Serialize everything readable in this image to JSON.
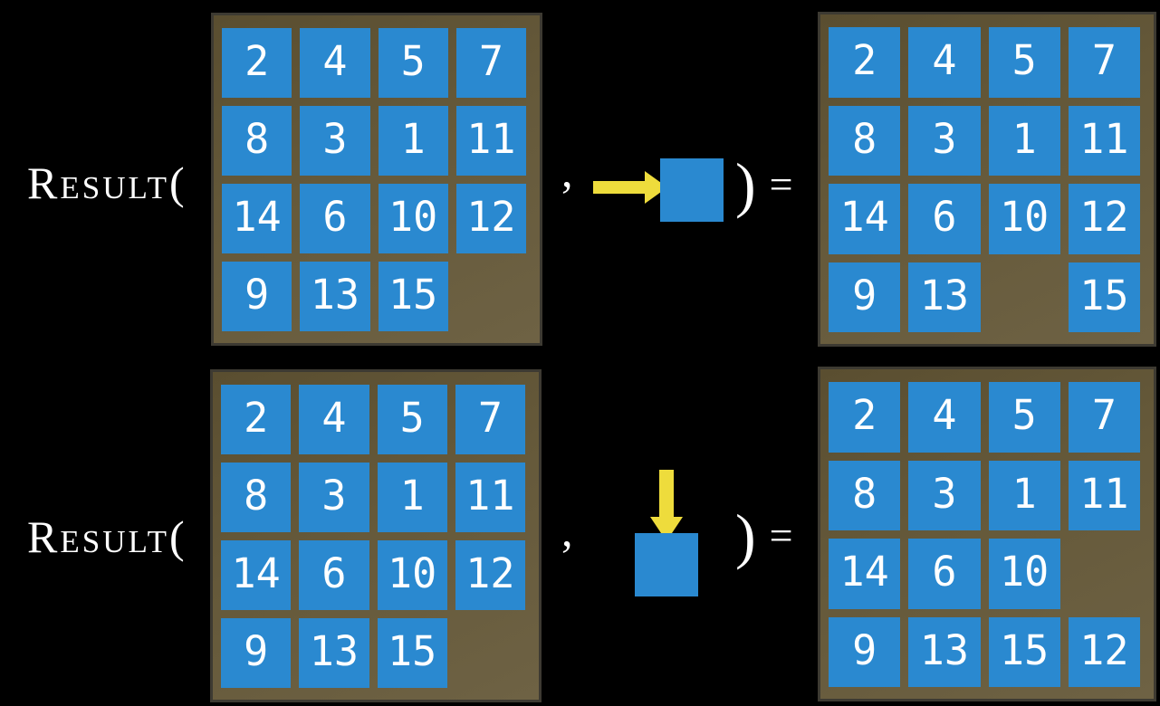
{
  "slide": {
    "rows": [
      {
        "name": "move-right-example",
        "label": "Result(",
        "comma": ",",
        "action": {
          "icon": "arrow-right-into-tile",
          "direction": "right"
        },
        "close_paren": ")",
        "equals": "=",
        "input_board": {
          "rows": 4,
          "cols": 4,
          "grid": [
            [
              2,
              4,
              5,
              7
            ],
            [
              8,
              3,
              1,
              11
            ],
            [
              14,
              6,
              10,
              12
            ],
            [
              9,
              13,
              15,
              null
            ]
          ]
        },
        "output_board": {
          "rows": 4,
          "cols": 4,
          "grid": [
            [
              2,
              4,
              5,
              7
            ],
            [
              8,
              3,
              1,
              11
            ],
            [
              14,
              6,
              10,
              12
            ],
            [
              9,
              13,
              null,
              15
            ]
          ]
        }
      },
      {
        "name": "move-down-example",
        "label": "Result(",
        "comma": ",",
        "action": {
          "icon": "arrow-down-into-tile",
          "direction": "down"
        },
        "close_paren": ")",
        "equals": "=",
        "input_board": {
          "rows": 4,
          "cols": 4,
          "grid": [
            [
              2,
              4,
              5,
              7
            ],
            [
              8,
              3,
              1,
              11
            ],
            [
              14,
              6,
              10,
              12
            ],
            [
              9,
              13,
              15,
              null
            ]
          ]
        },
        "output_board": {
          "rows": 4,
          "cols": 4,
          "grid": [
            [
              2,
              4,
              5,
              7
            ],
            [
              8,
              3,
              1,
              11
            ],
            [
              14,
              6,
              10,
              null
            ],
            [
              9,
              13,
              15,
              12
            ]
          ]
        }
      }
    ],
    "colors": {
      "background": "#000000",
      "tile_blue": "#2a89d0",
      "board_brown": "#65593a",
      "board_brown_dark": "#5a4e30",
      "board_brown_light": "#6e6244",
      "board_border": "#3d3a32",
      "arrow_yellow": "#eedc3c",
      "text_white": "#ffffff"
    }
  }
}
